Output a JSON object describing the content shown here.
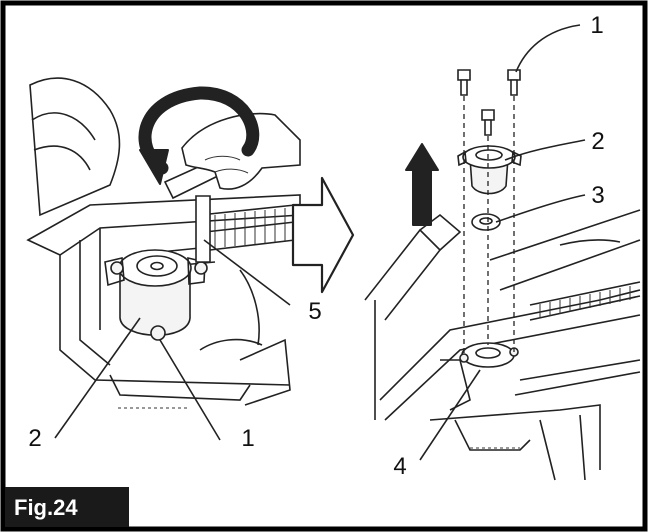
{
  "figure_label": "Fig.24",
  "left_view": {
    "callouts": [
      "5",
      "2",
      "1"
    ]
  },
  "right_view": {
    "callouts": [
      "1",
      "2",
      "3",
      "4"
    ]
  },
  "icons": {
    "rotation": "counterclockwise-arrow-icon",
    "transition": "right-arrow-icon",
    "lift": "up-arrow-icon"
  },
  "colors": {
    "line": "#222222",
    "tag_bg": "#1a1a1a",
    "tag_text": "#ffffff",
    "border": "#000000"
  }
}
